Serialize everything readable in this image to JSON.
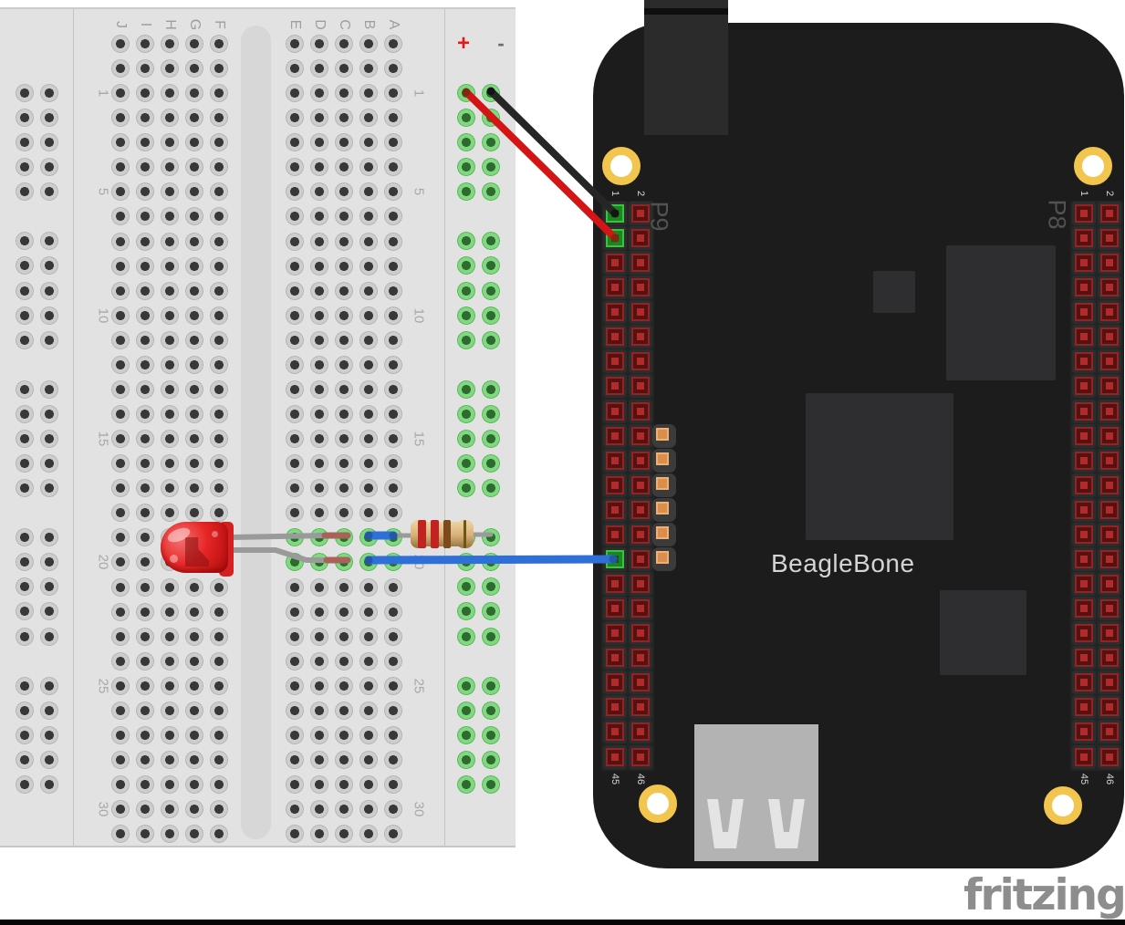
{
  "breadboard": {
    "column_letters": [
      "J",
      "I",
      "H",
      "G",
      "F",
      "E",
      "D",
      "C",
      "B",
      "A"
    ],
    "row_numbers": [
      "1",
      "5",
      "10",
      "15",
      "20",
      "25",
      "30"
    ],
    "rail_plus_label": "+",
    "rail_minus_label": "-",
    "rail_plus_color": "#e11919",
    "rail_minus_color": "#6b6b6b"
  },
  "beaglebone": {
    "board_label": "BeagleBone",
    "p9_label": "P9",
    "p8_label": "P8",
    "header_first_pin_labels": [
      "1",
      "2"
    ],
    "header_last_pin_labels": [
      "45",
      "46"
    ]
  },
  "components": {
    "led": {
      "name": "red LED",
      "body_color": "#e02424"
    },
    "resistor": {
      "name": "resistor",
      "bands": [
        "red",
        "red",
        "brown",
        "gold"
      ],
      "band_colors": [
        "#c32222",
        "#c32222",
        "#7d4a1e",
        "#6b5616"
      ],
      "body_color": "#d7b077"
    },
    "wires": [
      {
        "name": "black ground wire",
        "color": "#262626",
        "cap_color": "#141414",
        "from": "breadboard - rail row 1",
        "to": "P9 pin 1"
      },
      {
        "name": "red power wire",
        "color": "#d31515",
        "cap_color": "#7e2a10",
        "from": "breadboard + rail row 1",
        "to": "P9 pin 3"
      },
      {
        "name": "blue jumper wire short",
        "color": "#2f6fd8",
        "cap_color": "#2457a9",
        "from": "breadboard B19",
        "to": "breadboard A19"
      },
      {
        "name": "blue signal wire",
        "color": "#2f6fd8",
        "cap_color": "#2457a9",
        "from": "breadboard B20",
        "to": "P9 pin 29"
      }
    ]
  },
  "footer": {
    "logo_text": "fritzing",
    "logo_color": "#8d8d8d"
  }
}
